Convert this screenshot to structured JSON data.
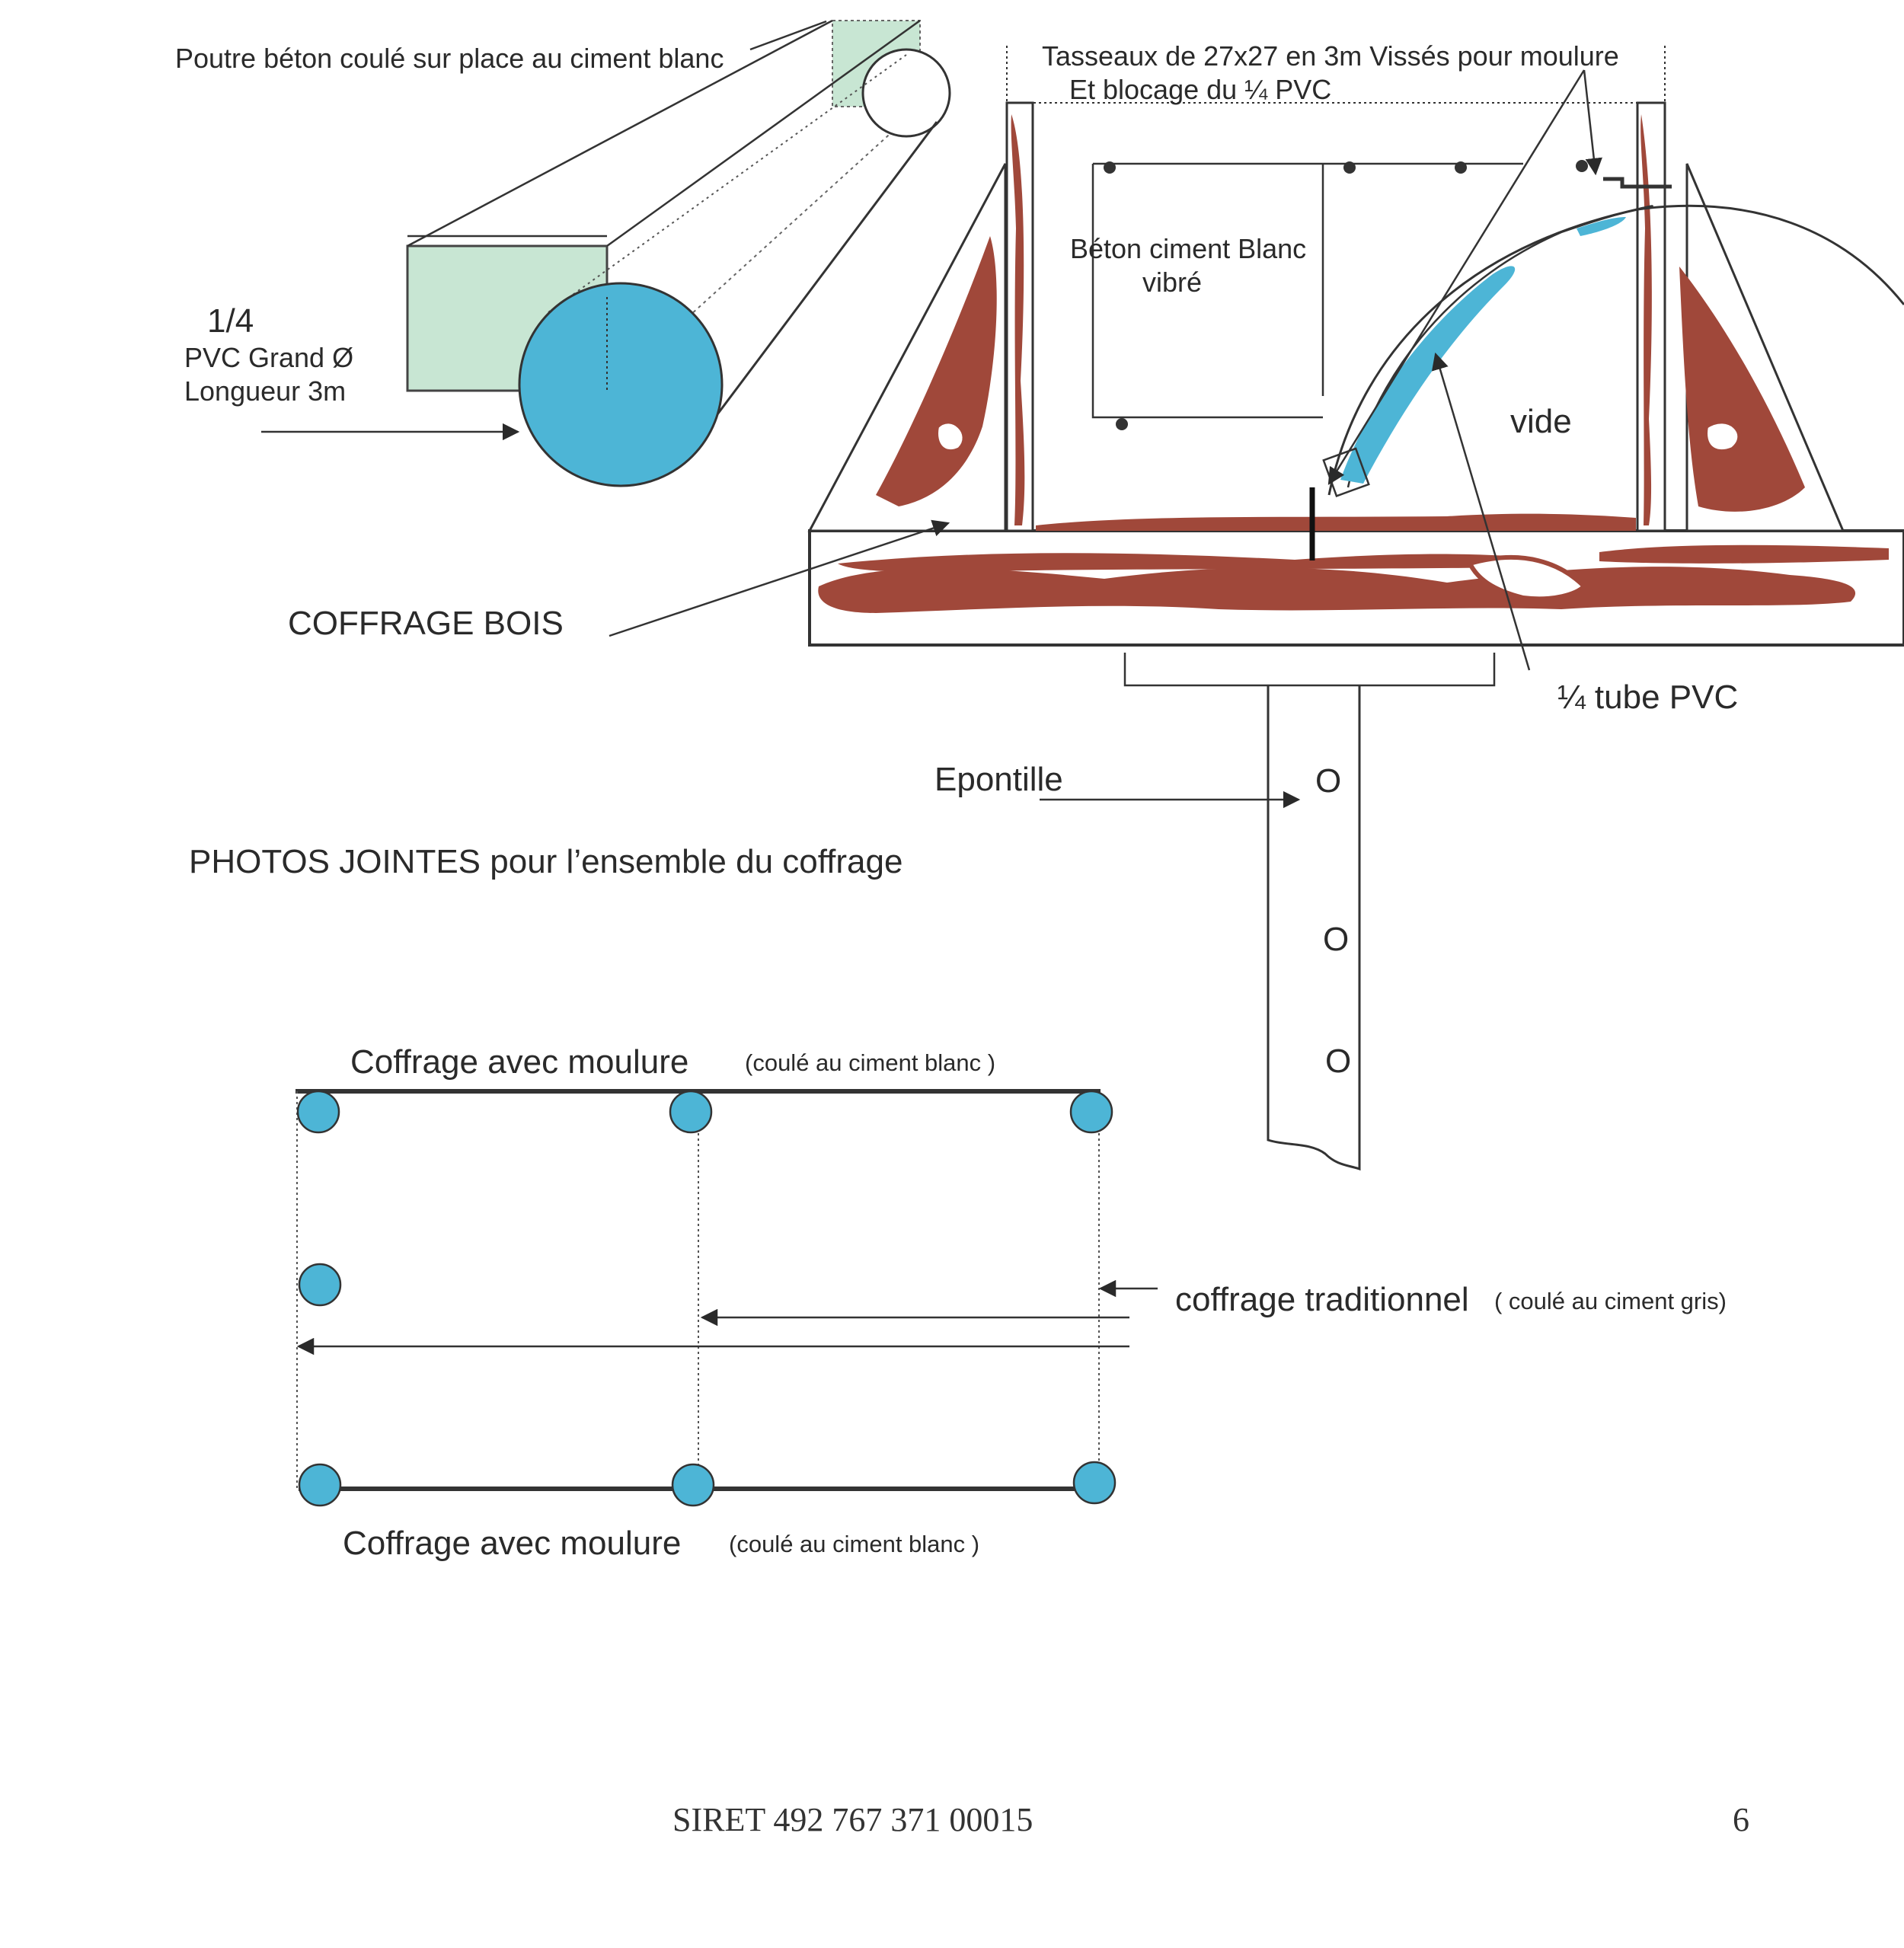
{
  "top_drawing": {
    "beam_label": "Poutre béton coulé sur place au ciment blanc",
    "pvc_fraction": "1/4",
    "pvc_line1": "PVC Grand Ø",
    "pvc_line2": "Longueur 3m",
    "formwork_label": "COFFRAGE BOIS",
    "battens_line1": "Tasseaux de 27x27 en 3m Vissés pour moulure",
    "battens_line2": "Et blocage du ¼ PVC",
    "concrete_line1": "Béton ciment  Blanc",
    "concrete_line2": "vibré",
    "void_label": "vide",
    "tube_label": "¼ tube  PVC",
    "prop_label": "Epontille",
    "prop_holes": [
      "O",
      "O",
      "O"
    ]
  },
  "photos_note": "PHOTOS JOINTES pour l’ensemble du coffrage",
  "plan_diagram": {
    "top_label": "Coffrage avec moulure",
    "top_note": "(coulé au ciment blanc )",
    "bottom_label": "Coffrage avec moulure",
    "bottom_note": "(coulé au ciment blanc )",
    "side_label": "coffrage traditionnel",
    "side_note": "( coulé au ciment gris)"
  },
  "footer": {
    "siret": "SIRET 492 767 371 00015",
    "page_number": "6"
  },
  "colors": {
    "pvc_blue": "#4db5d6",
    "beam_green": "#c8e6d3",
    "wood_brown": "#a0483a",
    "ink": "#2a2a2a"
  }
}
